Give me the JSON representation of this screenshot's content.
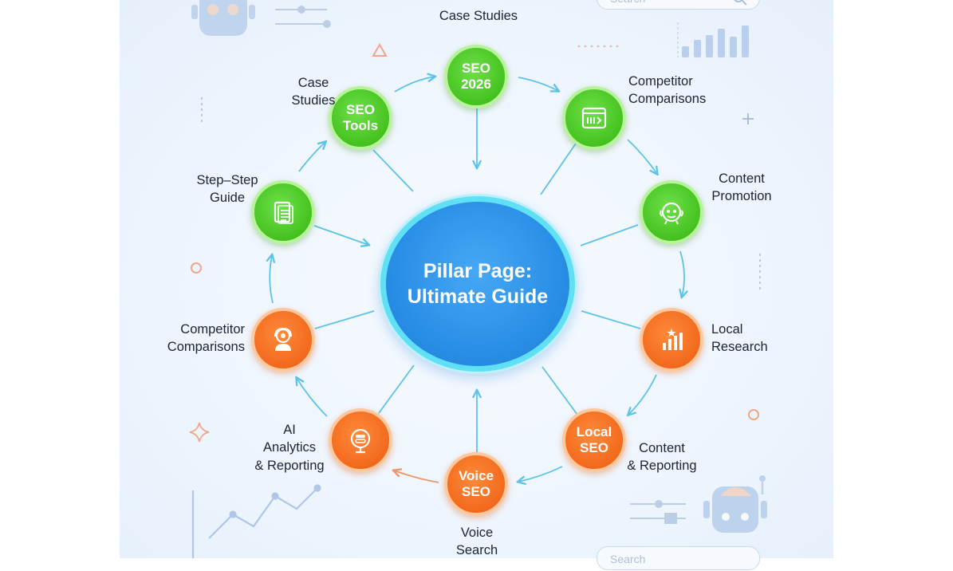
{
  "center": {
    "title": "Pillar Page:\nUltimate Guide"
  },
  "nodes": [
    {
      "id": "seo-2026",
      "text": "SEO\n2026",
      "color": "green",
      "icon": ""
    },
    {
      "id": "competitor-green",
      "text": "",
      "color": "green",
      "icon": "browser-window-icon"
    },
    {
      "id": "content-promotion",
      "text": "",
      "color": "green",
      "icon": "robot-face-icon"
    },
    {
      "id": "local-research",
      "text": "",
      "color": "orange",
      "icon": "bar-chart-icon"
    },
    {
      "id": "local-seo",
      "text": "Local\nSEO",
      "color": "orange",
      "icon": ""
    },
    {
      "id": "voice-seo",
      "text": "Voice\nSEO",
      "color": "orange",
      "icon": ""
    },
    {
      "id": "ai-analytics",
      "text": "",
      "color": "orange",
      "icon": "brain-head-icon"
    },
    {
      "id": "competitor-orange",
      "text": "",
      "color": "orange",
      "icon": "user-headset-icon"
    },
    {
      "id": "step-guide",
      "text": "",
      "color": "green",
      "icon": "document-icon"
    },
    {
      "id": "seo-tools",
      "text": "SEO\nTools",
      "color": "green",
      "icon": ""
    }
  ],
  "labels": {
    "case_studies_top": "Case Studies",
    "competitor_green": "Competitor\nComparisons",
    "content_promotion": "Content\nPromotion",
    "local_research": "Local\nResearch",
    "content_reporting": "Content\n& Reporting",
    "voice_search": "Voice\nSearch",
    "ai_analytics": "AI\nAnalytics\n& Reporting",
    "competitor_orange": "Competitor\nComparisons",
    "step_guide": "Step–Step\nGuide",
    "case_studies_left": "Case\nStudies"
  },
  "decor": {
    "search_placeholder": "Search"
  },
  "colors": {
    "green": "#44c21f",
    "orange": "#f2691c",
    "center": "#2a8fe6",
    "center_ring": "#5fe0f5",
    "connector": "#5cc3e8"
  }
}
